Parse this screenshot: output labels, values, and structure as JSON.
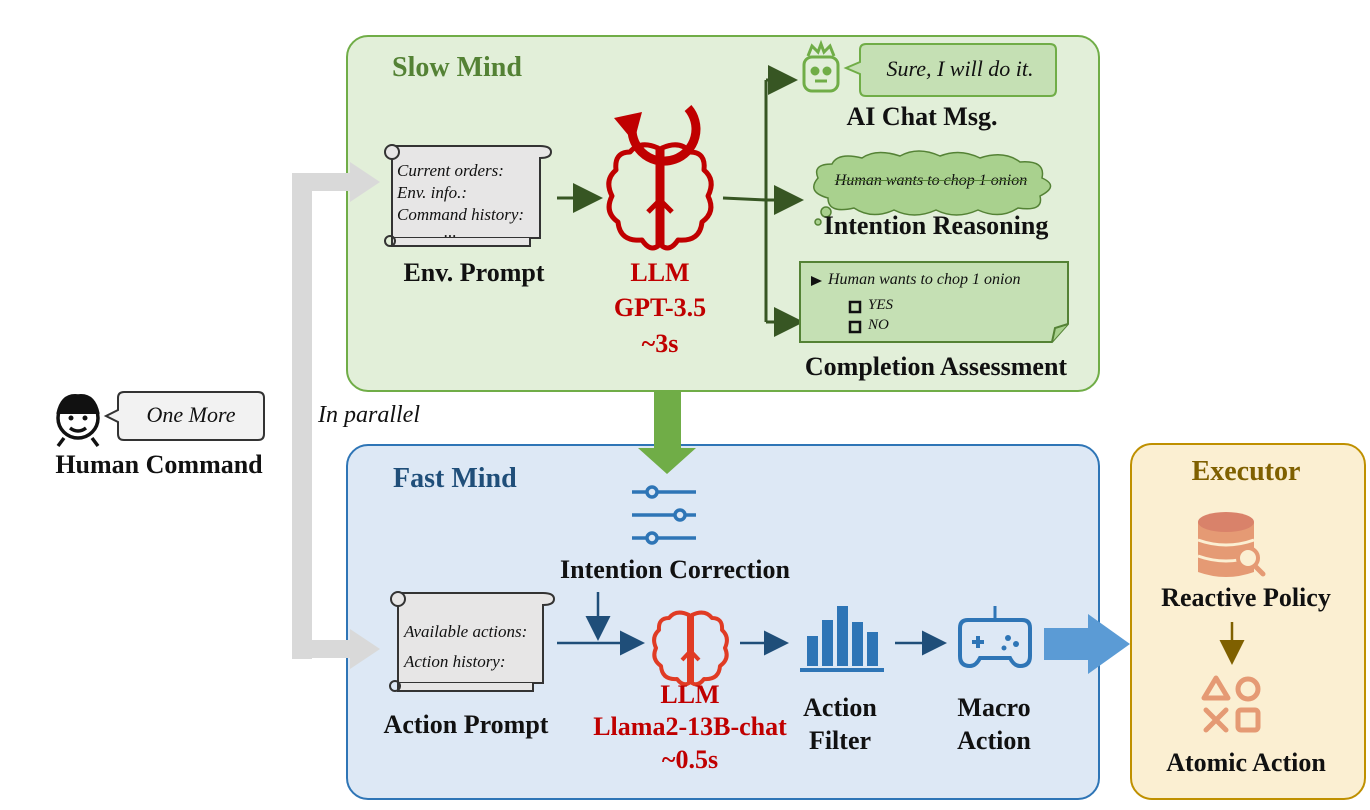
{
  "panels": {
    "slow_title": "Slow Mind",
    "fast_title": "Fast Mind",
    "executor_title": "Executor"
  },
  "human": {
    "speech": "One More",
    "label": "Human Command",
    "parallel": "In parallel"
  },
  "slow_mind": {
    "env_prompt_lines": [
      "Current orders:",
      "Env. info.:",
      "Command history:",
      "..."
    ],
    "env_prompt_label": "Env. Prompt",
    "llm_label": "LLM",
    "llm_model": "GPT-3.5",
    "llm_time": "~3s",
    "chat_bubble": "Sure, I will do it.",
    "chat_label": "AI Chat Msg.",
    "thought": "Human wants to chop 1 onion",
    "thought_label": "Intention Reasoning",
    "assess_item": "Human wants to chop 1 onion",
    "assess_yes": "YES",
    "assess_no": "NO",
    "assess_label": "Completion Assessment"
  },
  "fast_mind": {
    "intention_label": "Intention Correction",
    "action_prompt_lines": [
      "Available actions:",
      "Action history:"
    ],
    "action_prompt_label": "Action Prompt",
    "llm_label": "LLM",
    "llm_model": "Llama2-13B-chat",
    "llm_time": "~0.5s",
    "filter_label_1": "Action",
    "filter_label_2": "Filter",
    "macro_label_1": "Macro",
    "macro_label_2": "Action"
  },
  "executor": {
    "reactive_label": "Reactive Policy",
    "atomic_label": "Atomic Action"
  },
  "colors": {
    "slow_bg": "#e2efd9",
    "slow_border": "#70ad47",
    "fast_bg": "#dde8f5",
    "fast_border": "#2e75b6",
    "exec_bg": "#fbefd2",
    "exec_border": "#bf9000",
    "llm_red": "#c00000",
    "slow_title": "#548235",
    "fast_title": "#1f4e79",
    "exec_title": "#7f6000"
  }
}
